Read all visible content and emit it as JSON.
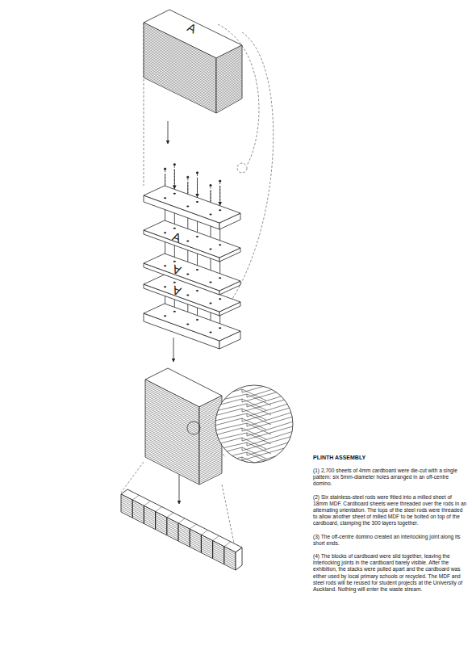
{
  "diagram": {
    "title": "PLINTH ASSEMBLY",
    "labels": [
      "A",
      "A",
      "A",
      "A",
      "(1) 2,700 sheets of 4mm cardboard were die-cut with a single pattern: six 5mm-diameter holes arranged in an off-centre domino.",
      "(2) Six stainless-steel rods were fitted into a milled sheet of 18mm MDF. Cardboard sheets were threaded over the rods in an alternating orientation. The tops of the steel rods were threaded to allow another sheet of milled MDF to be bolted on top of the cardboard, clamping the 300 layers together.",
      "(3) The off-centre domino created an interlocking joint along its short ends.",
      "(4) The blocks of cardboard were slid together, leaving the interlocking joints in the cardboard barely visible. After the exhibition, the stacks were pulled apart and the cardboard was either used by local primary schools or recycled. The MDF and steel rods will be reused for student projects at the University of Auckland. Nothing will enter the waste stream."
    ]
  }
}
